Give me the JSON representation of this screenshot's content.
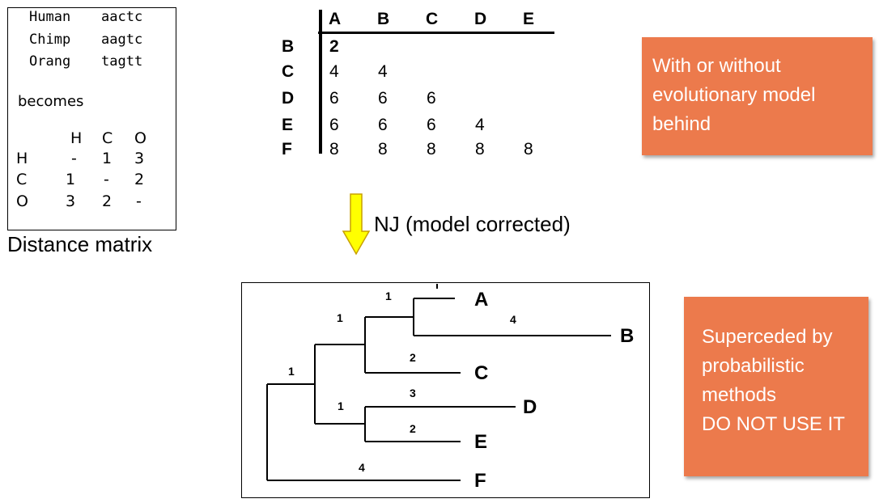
{
  "alignment": {
    "rows": [
      {
        "name": "Human",
        "seq": "aactc"
      },
      {
        "name": "Chimp",
        "seq": "aagtc"
      },
      {
        "name": "Orang",
        "seq": "tagtt"
      }
    ],
    "becomes": "becomes"
  },
  "small_matrix": {
    "headers": [
      "H",
      "C",
      "O"
    ],
    "rows": [
      {
        "label": "H",
        "cells": [
          "-",
          "1",
          "3"
        ]
      },
      {
        "label": "C",
        "cells": [
          "1",
          "-",
          "2"
        ]
      },
      {
        "label": "O",
        "cells": [
          "3",
          "2",
          "-"
        ]
      }
    ]
  },
  "caption": "Distance matrix",
  "distance_table": {
    "columns": [
      "A",
      "B",
      "C",
      "D",
      "E"
    ],
    "rows": [
      {
        "label": "B",
        "values": [
          "2"
        ]
      },
      {
        "label": "C",
        "values": [
          "4",
          "4"
        ]
      },
      {
        "label": "D",
        "values": [
          "6",
          "6",
          "6"
        ]
      },
      {
        "label": "E",
        "values": [
          "6",
          "6",
          "6",
          "4"
        ]
      },
      {
        "label": "F",
        "values": [
          "8",
          "8",
          "8",
          "8",
          "8"
        ]
      }
    ]
  },
  "arrow_label": "NJ (model corrected)",
  "callouts": {
    "model": [
      "With or without",
      "evolutionary model",
      "behind"
    ],
    "superceded": [
      "Superceded by",
      "probabilistic",
      "methods",
      "DO NOT USE IT"
    ]
  },
  "tree": {
    "leaves": [
      "A",
      "B",
      "C",
      "D",
      "E",
      "F"
    ],
    "branch_labels": [
      "1",
      "1",
      "4",
      "1",
      "2",
      "1",
      "3",
      "2",
      "4"
    ]
  },
  "colors": {
    "callout": "#ec7a4c",
    "arrow": "#ffff00"
  }
}
